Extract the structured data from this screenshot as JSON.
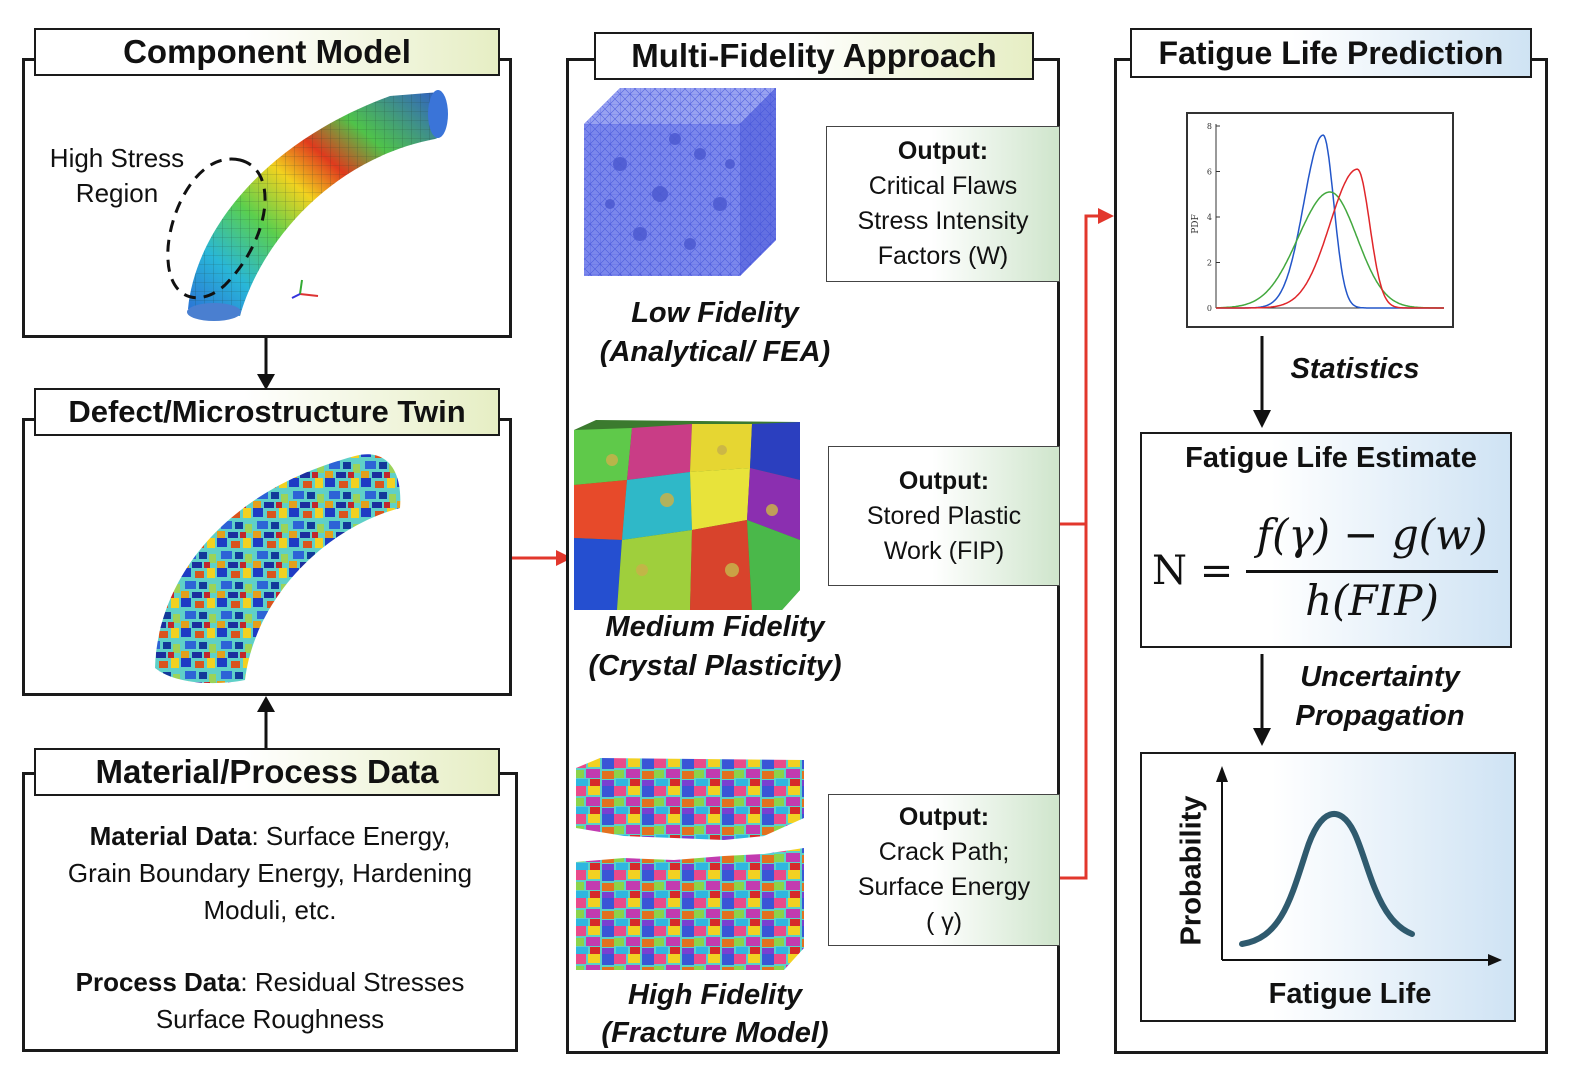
{
  "left": {
    "component_model": {
      "title": "Component Model",
      "annotation_line1": "High Stress",
      "annotation_line2": "Region"
    },
    "defect_twin": {
      "title": "Defect/Microstructure Twin"
    },
    "material_process": {
      "title": "Material/Process Data",
      "material_label": "Material Data",
      "material_text_1": ": Surface Energy,",
      "material_text_2": "Grain Boundary Energy, Hardening",
      "material_text_3": "Moduli, etc.",
      "process_label": "Process Data",
      "process_text_1": ": Residual Stresses",
      "process_text_2": "Surface Roughness"
    }
  },
  "middle": {
    "title": "Multi-Fidelity Approach",
    "low": {
      "name_1": "Low Fidelity",
      "name_2": "(Analytical/ FEA)",
      "output_header": "Output:",
      "output_1": "Critical Flaws",
      "output_2": "Stress Intensity",
      "output_3": "Factors (W)"
    },
    "medium": {
      "name_1": "Medium Fidelity",
      "name_2": "(Crystal Plasticity)",
      "output_header": "Output:",
      "output_1": "Stored Plastic",
      "output_2": "Work (FIP)"
    },
    "high": {
      "name_1": "High Fidelity",
      "name_2": "(Fracture Model)",
      "output_header": "Output:",
      "output_1": "Crack Path;",
      "output_2": "Surface Energy",
      "output_3": "( γ)"
    }
  },
  "right": {
    "title": "Fatigue Life Prediction",
    "pdf_plot": {
      "ylabel": "PDF",
      "yticks": [
        "0",
        "2",
        "4",
        "6",
        "8"
      ]
    },
    "statistics_label": "Statistics",
    "estimate": {
      "title": "Fatigue Life Estimate",
      "lhs": "N =",
      "numerator": "f(γ) − g(w)",
      "denominator": "h(FIP)"
    },
    "uncertainty_label_1": "Uncertainty",
    "uncertainty_label_2": "Propagation",
    "probability_plot": {
      "ylabel": "Probability",
      "xlabel": "Fatigue Life"
    }
  },
  "colors": {
    "red_arrow": "#e2372c",
    "black_arrow": "#111111",
    "curve_blue": "#2356c9",
    "curve_green": "#43a83f",
    "curve_red": "#e0262a",
    "bell_curve": "#2f5a6e"
  },
  "chart_data": {
    "type": "line",
    "ylabel": "PDF",
    "ylim": [
      0,
      8
    ],
    "series": [
      {
        "peak": 7.6
      },
      {
        "peak": 5.1
      },
      {
        "peak": 6.1
      }
    ]
  }
}
